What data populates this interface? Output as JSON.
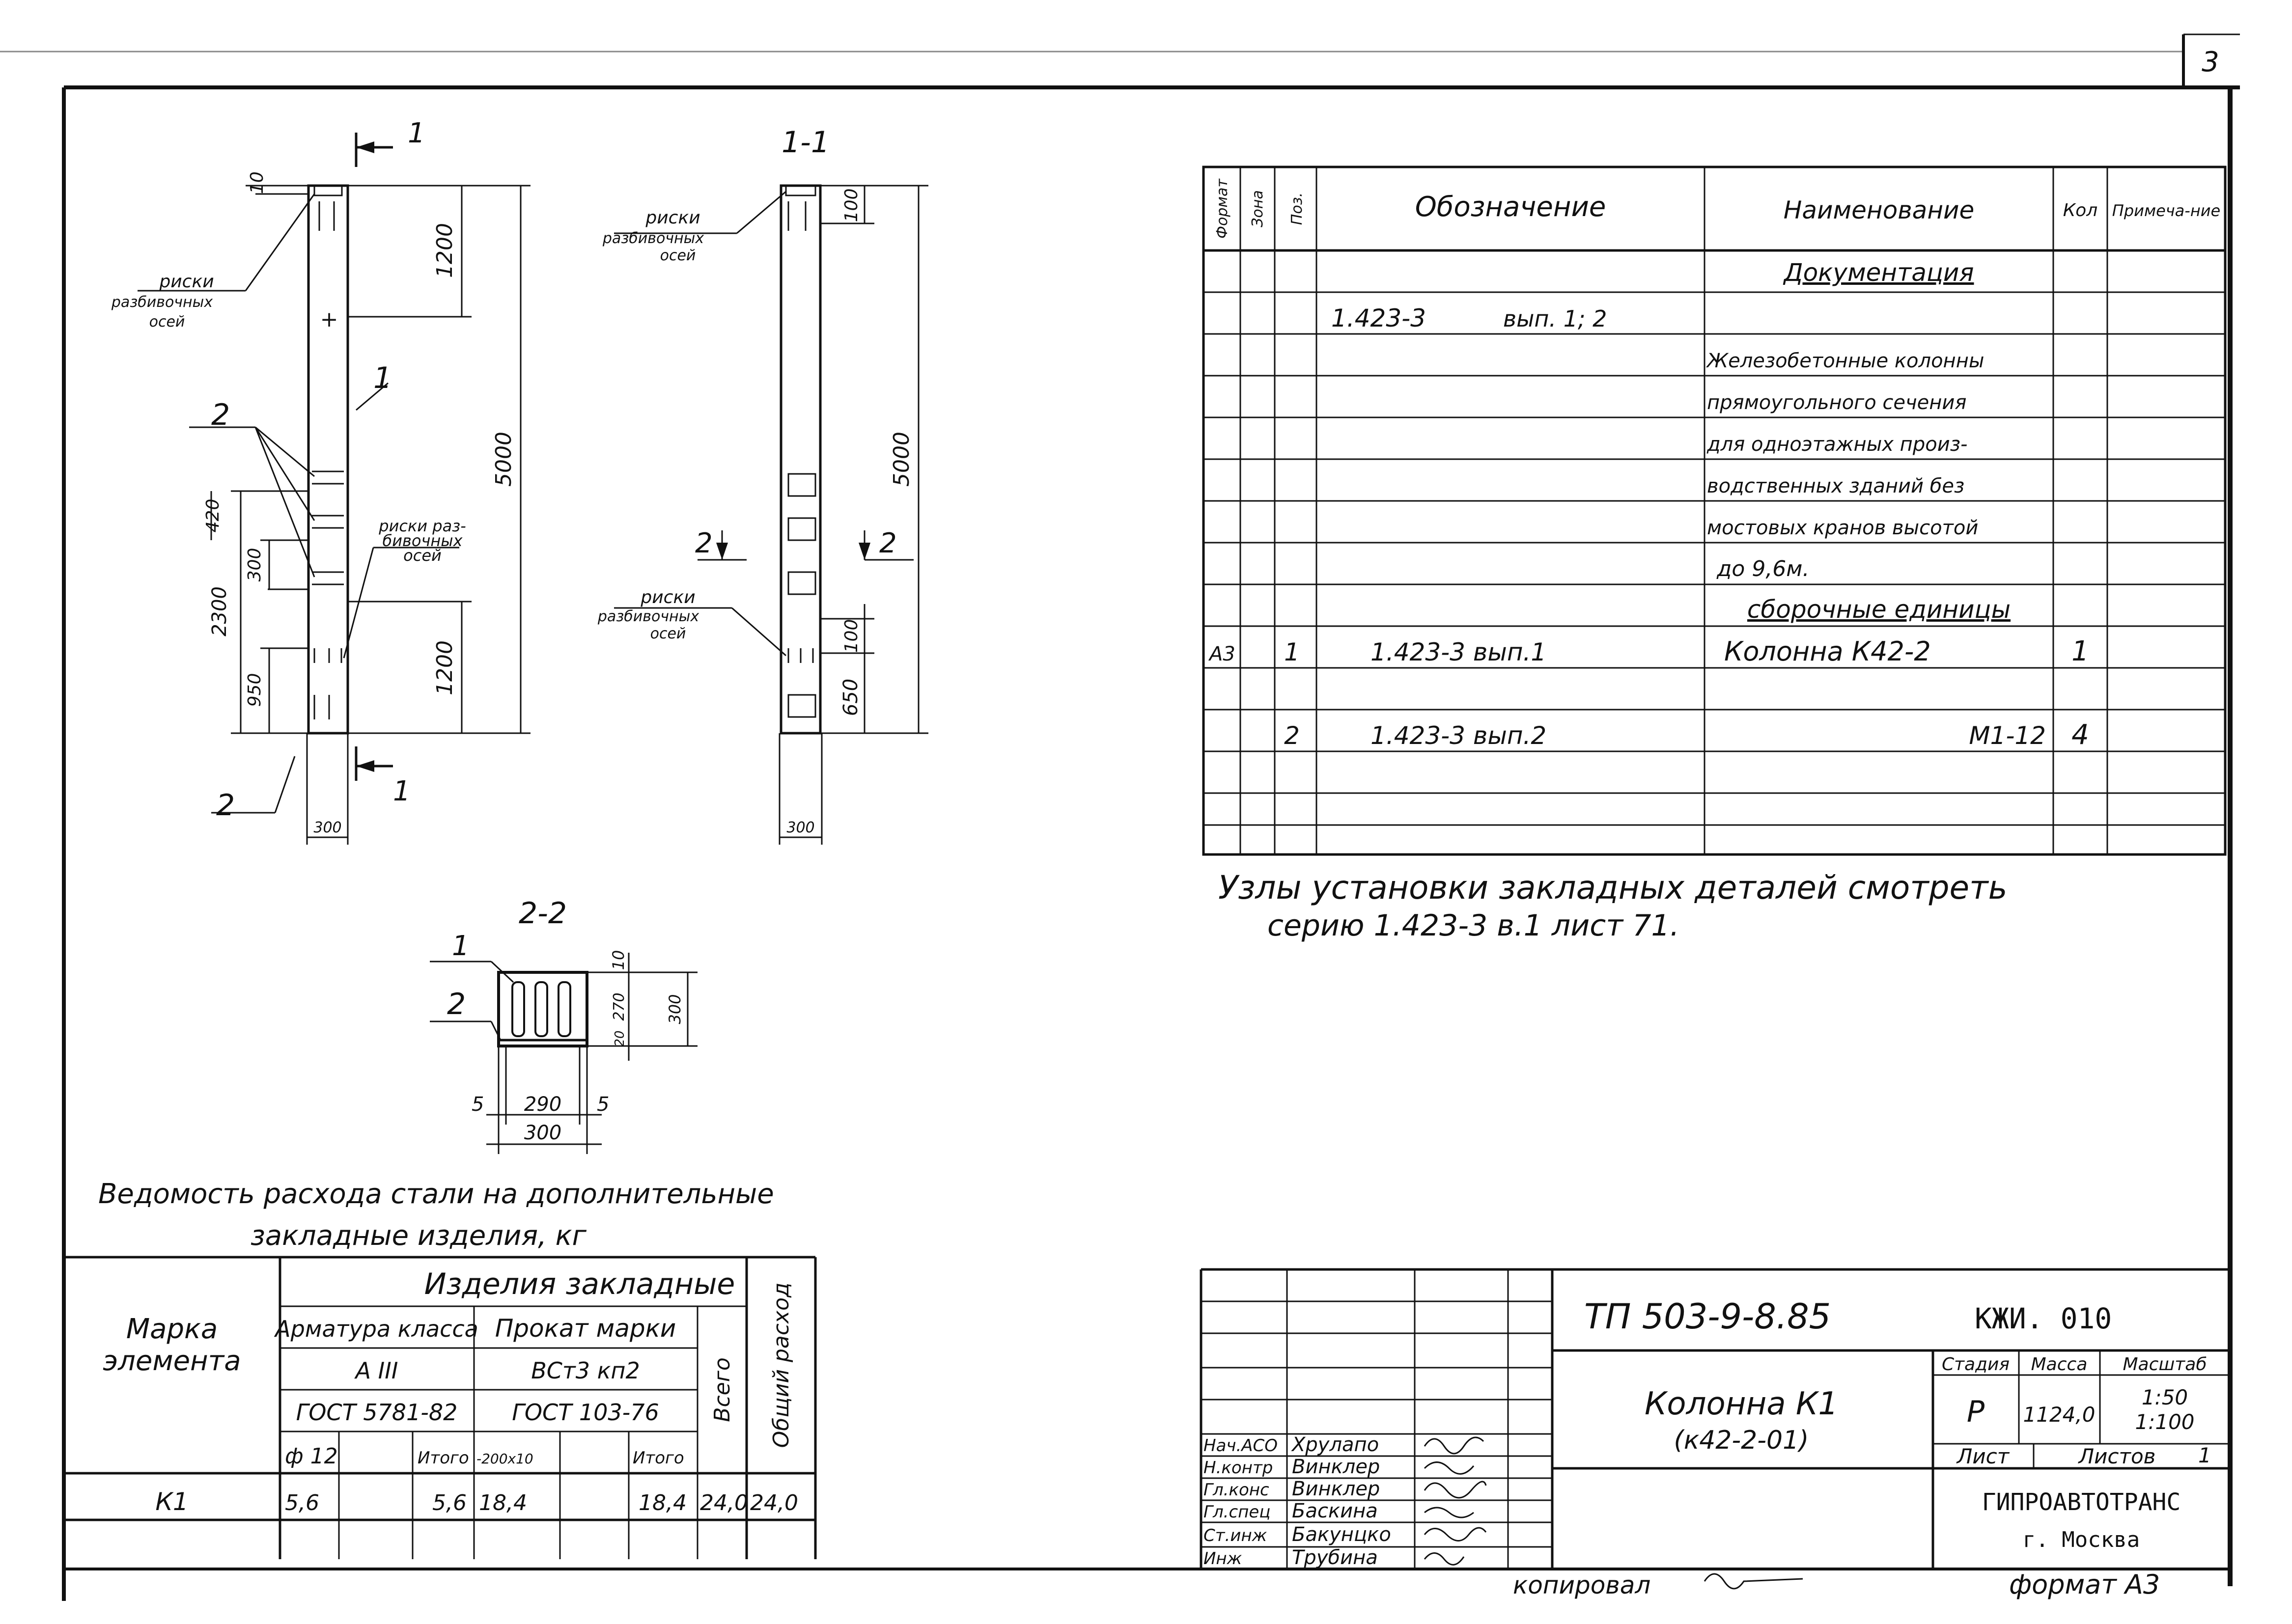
{
  "sheet": {
    "number": "3",
    "copied_by": "копировал",
    "format": "формат А3"
  },
  "elevation": {
    "section_mark": "1",
    "risk_label": [
      "риски",
      "разбивочных",
      "осей"
    ],
    "risk_label_mid": [
      "риски раз-",
      "бивочных",
      "осей"
    ],
    "mark_1": "1",
    "mark_2": "2",
    "dims": {
      "top_gap": "10",
      "d1200_top": "1200",
      "d5000": "5000",
      "d420": "420",
      "d300": "300",
      "d2300": "2300",
      "d1200_bot": "1200",
      "d950": "950",
      "width": "300"
    }
  },
  "section_1_1": {
    "title": "1-1",
    "risk_label_top": [
      "риски",
      "разбивочных",
      "осей"
    ],
    "risk_label_bot": [
      "риски",
      "разбивочных",
      "осей"
    ],
    "cut_mark": "2",
    "dims": {
      "d100": "100",
      "d5000": "5000",
      "d100b": "100",
      "d650": "650",
      "width": "300"
    }
  },
  "section_2_2": {
    "title": "2-2",
    "mark_1": "1",
    "mark_2": "2",
    "dims": {
      "d10": "10",
      "d270": "270",
      "d300v": "300",
      "d20": "20",
      "d5l": "5",
      "d290": "290",
      "d5r": "5",
      "d300h": "300"
    }
  },
  "spec_table": {
    "headers": {
      "format": "Формат",
      "zone": "Зона",
      "pos": "Поз.",
      "designation": "Обозначение",
      "name": "Наименование",
      "qty": "Кол",
      "note": "Примеча-ние"
    },
    "doc_section": "Документация",
    "doc_ref": "1.423-3",
    "doc_issue": "вып. 1; 2",
    "doc_lines": [
      "Железобетонные колонны",
      "прямоугольного сечения",
      "для одноэтажных произ-",
      "водственных зданий без",
      "мостовых кранов высотой",
      "до 9,6м."
    ],
    "assembly_section": "сборочные единицы",
    "rows": [
      {
        "format": "А3",
        "pos": "1",
        "designation": "1.423-3 вып.1",
        "name": "Колонна К42-2",
        "qty": "1"
      },
      {
        "format": "",
        "pos": "2",
        "designation": "1.423-3 вып.2",
        "name": "М1-12",
        "qty": "4"
      }
    ]
  },
  "note": {
    "line1": "Узлы установки закладных деталей смотреть",
    "line2": "серию 1.423-3 в.1  лист 71."
  },
  "steel_table": {
    "title_line1": "Ведомость расхода стали на дополнительные",
    "title_line2": "закладные изделия, кг",
    "col_mark": [
      "Марка",
      "элемента"
    ],
    "group": "Изделия закладные",
    "reinf": "Арматура класса",
    "reinf_class": "А III",
    "reinf_gost": "ГОСТ 5781-82",
    "prokat": "Прокат марки",
    "prokat_mark": "ВСт3 кп2",
    "prokat_gost": "ГОСТ 103-76",
    "total": "Всего",
    "overall": "Общий расход",
    "sub": {
      "d12": "ф 12",
      "itogo1": "Итого",
      "size": "-200х10",
      "itogo2": "Итого"
    },
    "row": {
      "mark": "К1",
      "d12": "5,6",
      "itogo1": "5,6",
      "size": "18,4",
      "itogo2": "18,4",
      "total": "24,0",
      "overall": "24,0"
    }
  },
  "title_block": {
    "code": "ТП 503-9-8.85",
    "code2": "КЖИ. 010",
    "name_line1": "Колонна К1",
    "name_line2": "(к42-2-01)",
    "stage_h": "Стадия",
    "mass_h": "Масса",
    "scale_h": "Масштаб",
    "stage": "Р",
    "mass": "1124,0",
    "scale1": "1:50",
    "scale2": "1:100",
    "sheet_h": "Лист",
    "sheets_h": "Листов",
    "sheets": "1",
    "org": "ГИПРОАВТОТРАНС",
    "city": "г. Москва",
    "staff": [
      {
        "role": "Нач.АСО",
        "name": "Хрулапо"
      },
      {
        "role": "Н.контр",
        "name": "Винклер"
      },
      {
        "role": "Гл.конс",
        "name": "Винклер"
      },
      {
        "role": "Гл.спец",
        "name": "Баскина"
      },
      {
        "role": "Ст.инж",
        "name": "Бакунцко"
      },
      {
        "role": "Инж",
        "name": "Трубина"
      }
    ]
  }
}
